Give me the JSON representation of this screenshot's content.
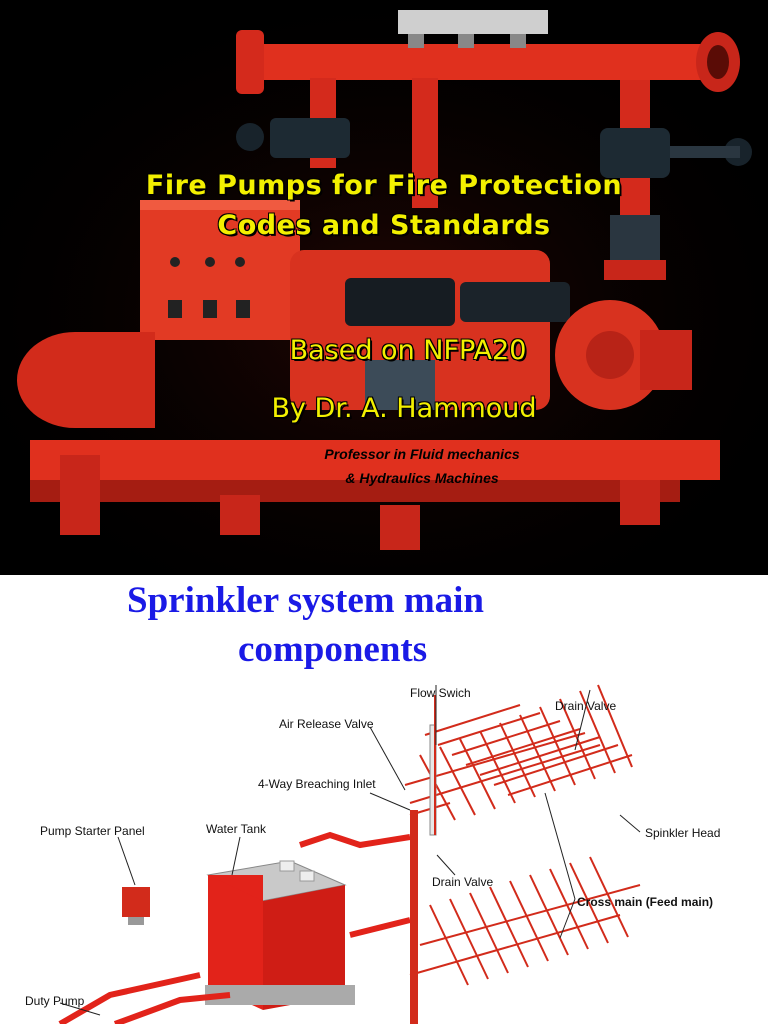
{
  "slide1": {
    "title_line1": "Fire Pumps for Fire Protection",
    "title_line2": "Codes and Standards",
    "based_on": "Based on NFPA20",
    "author": "By Dr. A. Hammoud",
    "affiliation_line1": "Professor in Fluid mechanics",
    "affiliation_line2": "& Hydraulics Machines",
    "colors": {
      "background": "#000000",
      "title": "#f3f000",
      "pump_red": "#e0301e"
    }
  },
  "slide2": {
    "title_line1": "Sprinkler system main",
    "title_line2": "components",
    "labels": {
      "flow_switch": "Flow Swich",
      "drain_valve_top": "Drain Valve",
      "air_release_valve": "Air Release Valve",
      "breaching_inlet": "4-Way Breaching Inlet",
      "pump_starter_panel": "Pump Starter Panel",
      "water_tank": "Water Tank",
      "sprinkler_head": "Spinkler Head",
      "drain_valve_mid": "Drain Valve",
      "cross_main": "Cross main (Feed main)",
      "duty_pump": "Duty Pump"
    },
    "colors": {
      "title": "#1a1ae6",
      "pipe_red": "#e2231a"
    }
  }
}
